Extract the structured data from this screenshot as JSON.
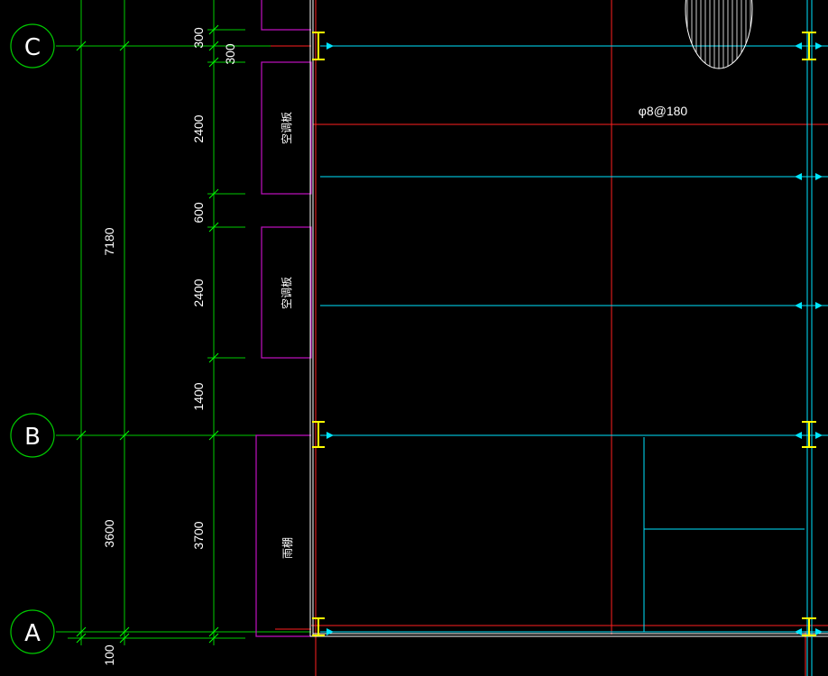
{
  "colors": {
    "background": "#000000",
    "axis_green": "#00cc00",
    "dim_green": "#00ff00",
    "cyan": "#00e5ff",
    "red": "#ff2020",
    "magenta": "#c010c0",
    "white": "#ffffff",
    "yellow": "#ffff00"
  },
  "axes": {
    "c": "C",
    "b": "B",
    "a": "A"
  },
  "dimensions": {
    "d300_a": "300",
    "d300_b": "300",
    "d2400_a": "2400",
    "d600": "600",
    "d2400_b": "2400",
    "d1400": "1400",
    "d3700": "3700",
    "d7180": "7180",
    "d3600": "3600",
    "d100": "100"
  },
  "rooms": {
    "ac_upper": "空调板",
    "ac_lower": "空调板",
    "canopy": "雨棚"
  },
  "rebar_note": "φ8@180"
}
